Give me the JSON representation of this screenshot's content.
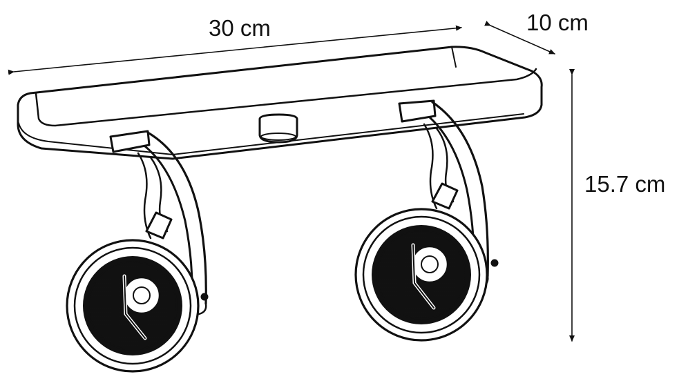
{
  "dimensions": {
    "width_label": "30 cm",
    "depth_label": "10 cm",
    "height_label": "15.7 cm"
  },
  "colors": {
    "stroke": "#111111",
    "background": "#ffffff"
  }
}
